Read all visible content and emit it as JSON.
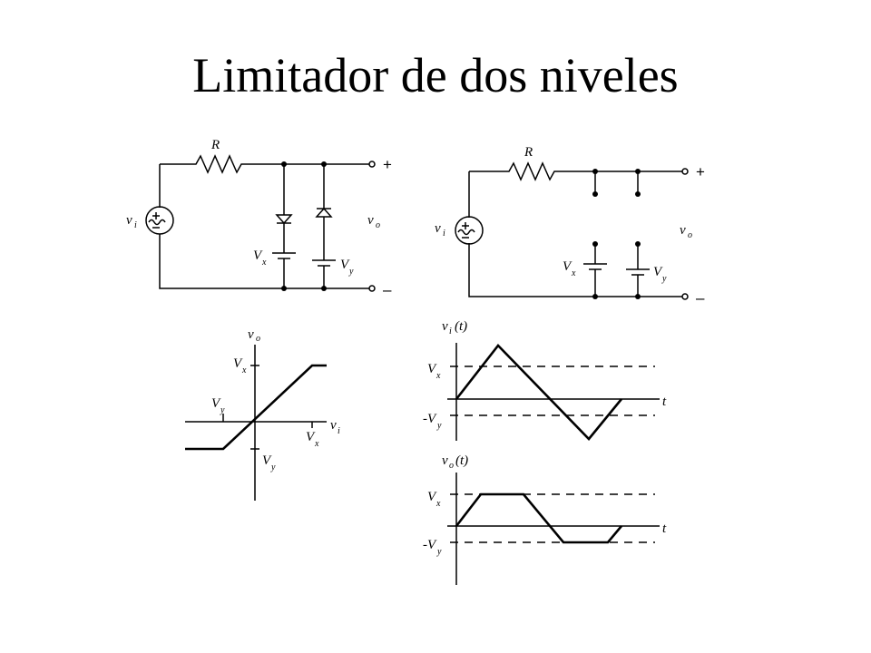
{
  "title": "Limitador de dos niveles",
  "circuits": {
    "resistor_label": "R",
    "source_label": "v",
    "source_sub": "i",
    "output_label": "v",
    "output_sub": "o",
    "plus": "+",
    "minus": "–",
    "vx_label": "V",
    "vx_sub": "x",
    "vy_label": "V",
    "vy_sub": "y"
  },
  "transfer": {
    "y_axis_label": "v",
    "y_axis_sub": "o",
    "x_axis_label": "v",
    "x_axis_sub": "i",
    "vx_y_label": "V",
    "vx_y_sub": "x",
    "vy_x_label": "V",
    "vy_x_sub": "y",
    "vx_x_label": "V",
    "vx_x_sub": "x",
    "vy_y_label": "V",
    "vy_y_sub": "y"
  },
  "wave_in": {
    "title": "v",
    "title_sub": "i",
    "title_tail": "(t)",
    "vx_label": "V",
    "vx_sub": "x",
    "neg_vy_label": "-V",
    "neg_vy_sub": "y",
    "t_label": "t"
  },
  "wave_out": {
    "title": "v",
    "title_sub": "o",
    "title_tail": "(t)",
    "vx_label": "V",
    "vx_sub": "x",
    "neg_vy_label": "-V",
    "neg_vy_sub": "y",
    "t_label": "t"
  }
}
